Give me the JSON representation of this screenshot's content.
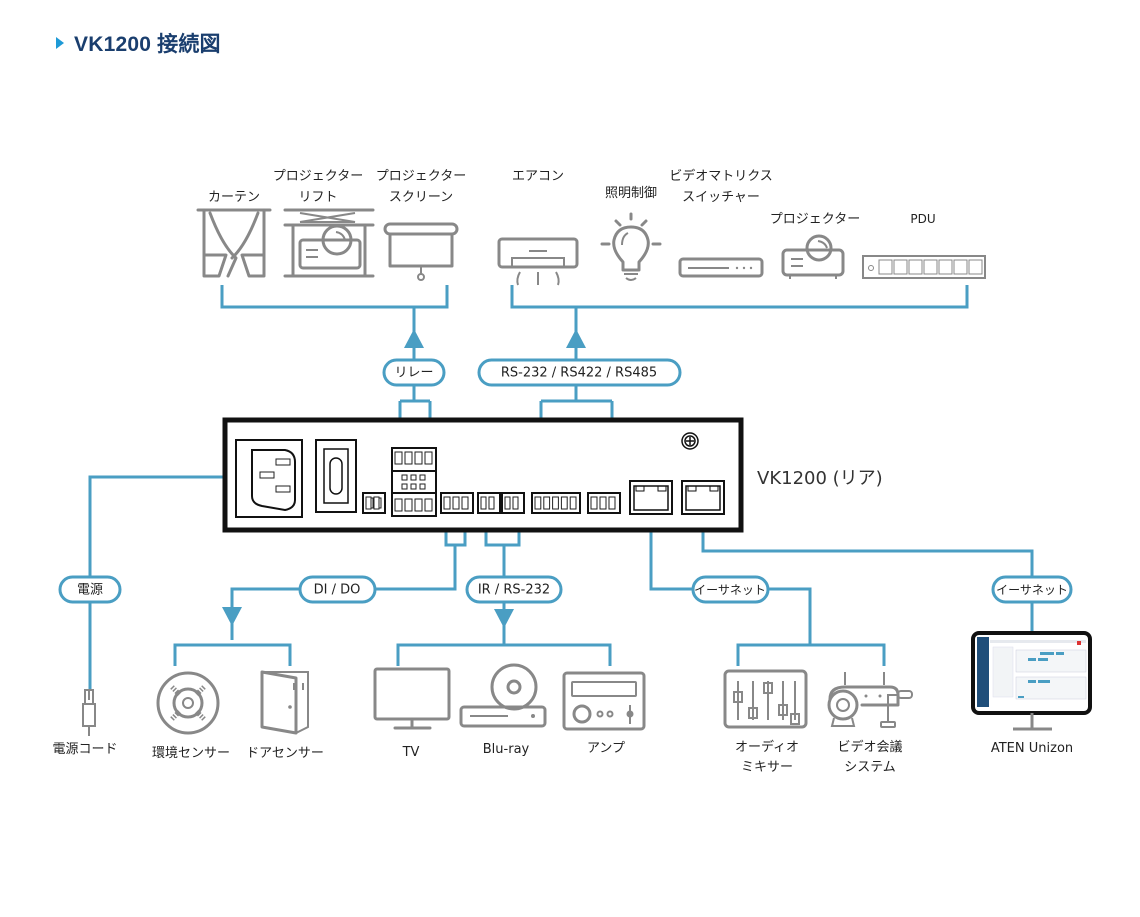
{
  "page": {
    "title": "VK1200 接続図"
  },
  "device": {
    "label": "VK1200 (リア)"
  },
  "colors": {
    "wire": "#4a9ec3",
    "title": "#1a3e6e",
    "title_marker": "#1e9ad6",
    "icon": "#888888",
    "device_outline": "#111111"
  },
  "top_left_group": {
    "connection_label": "リレー",
    "devices": [
      {
        "name": "カーテン",
        "icon": "curtain-icon"
      },
      {
        "name_line1": "プロジェクター",
        "name_line2": "リフト",
        "icon": "projector-lift-icon"
      },
      {
        "name_line1": "プロジェクター",
        "name_line2": "スクリーン",
        "icon": "projector-screen-icon"
      }
    ]
  },
  "top_right_group": {
    "connection_label": "RS-232 / RS422 / RS485",
    "devices": [
      {
        "name": "エアコン",
        "icon": "air-conditioner-icon"
      },
      {
        "name": "照明制御",
        "icon": "light-bulb-icon"
      },
      {
        "name_line1": "ビデオマトリクス",
        "name_line2": "スイッチャー",
        "icon": "video-matrix-switcher-icon"
      },
      {
        "name": "プロジェクター",
        "icon": "projector-icon"
      },
      {
        "name": "PDU",
        "icon": "pdu-icon"
      }
    ]
  },
  "power": {
    "connection_label": "電源",
    "device": {
      "name": "電源コード",
      "icon": "power-cord-icon"
    }
  },
  "dido_group": {
    "connection_label": "DI / DO",
    "devices": [
      {
        "name": "環境センサー",
        "icon": "environment-sensor-icon"
      },
      {
        "name": "ドアセンサー",
        "icon": "door-sensor-icon"
      }
    ]
  },
  "ir_group": {
    "connection_label": "IR / RS-232",
    "devices": [
      {
        "name": "TV",
        "icon": "tv-icon"
      },
      {
        "name": "Blu-ray",
        "icon": "blu-ray-icon"
      },
      {
        "name": "アンプ",
        "icon": "amplifier-icon"
      }
    ]
  },
  "ethernet_group": {
    "connection_label": "イーサネット",
    "devices": [
      {
        "name_line1": "オーディオ",
        "name_line2": "ミキサー",
        "icon": "audio-mixer-icon"
      },
      {
        "name_line1": "ビデオ会議",
        "name_line2": "システム",
        "icon": "video-conference-icon"
      }
    ]
  },
  "ethernet_unizon": {
    "connection_label": "イーサネット",
    "device": {
      "name": "ATEN Unizon",
      "icon": "monitor-icon"
    }
  }
}
